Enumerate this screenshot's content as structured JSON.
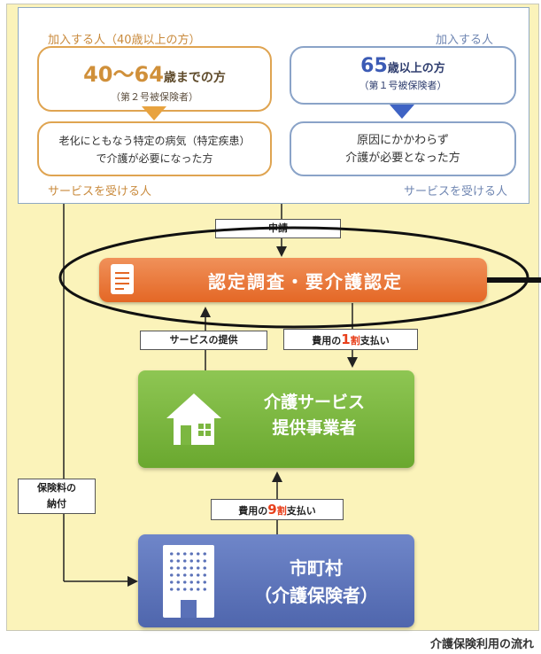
{
  "left_group": {
    "header": "加入する人（40歳以上の方）",
    "title_num": "40〜64",
    "title_rest": "歳までの方",
    "subtitle": "（第２号被保険者）",
    "desc_line1": "老化にともなう特定の病気（特定疾患）",
    "desc_line2": "で介護が必要になった方",
    "footer": "サービスを受ける人"
  },
  "right_group": {
    "header": "加入する人",
    "title_num": "65",
    "title_rest": "歳以上の方",
    "subtitle": "（第１号被保険者）",
    "desc_line1": "原因にかかわらず",
    "desc_line2": "介護が必要となった方",
    "footer": "サービスを受ける人"
  },
  "application_label": "申請",
  "certification_bar": "認定調査・要介護認定",
  "service_provision_label": "サービスの提供",
  "pay_10": {
    "pre": "費用の",
    "num": "1",
    "unit": "割",
    "post": "支払い"
  },
  "provider": {
    "line1": "介護サービス",
    "line2": "提供事業者"
  },
  "pay_90": {
    "pre": "費用の",
    "num": "9",
    "unit": "割",
    "post": "支払い"
  },
  "premium_label": {
    "line1": "保険料の",
    "line2": "納付"
  },
  "municipality": {
    "line1": "市町村",
    "line2": "（介護保険者）"
  },
  "caption": "介護保険利用の流れ",
  "colors": {
    "orange": "#e46725",
    "green": "#6aa82f",
    "blue": "#4f66ad",
    "background": "#fbf3ba"
  },
  "icons": [
    "document-icon",
    "house-icon",
    "building-icon"
  ]
}
